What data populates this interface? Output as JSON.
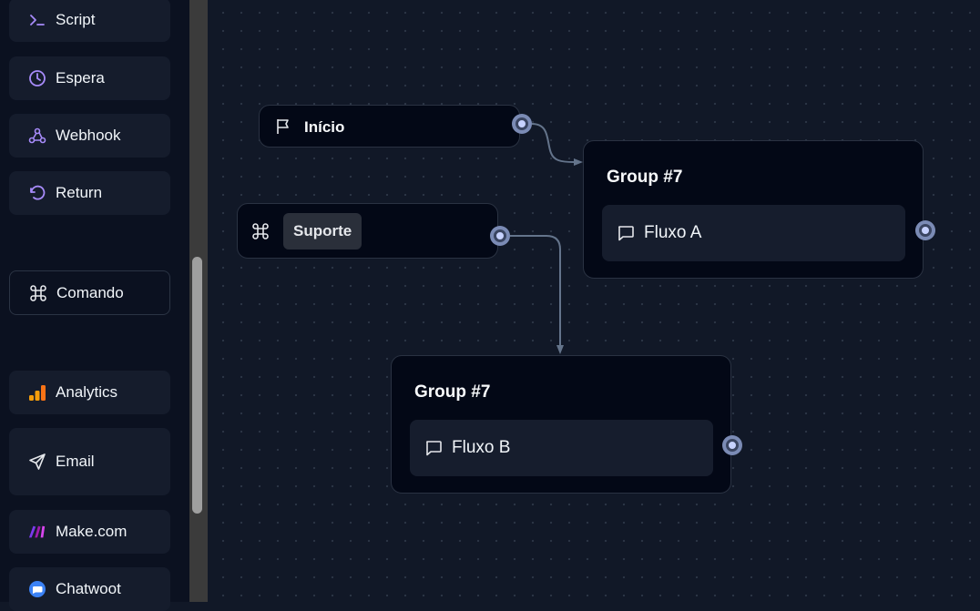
{
  "sidebar": {
    "items": [
      {
        "label": "Script",
        "icon": "terminal-icon"
      },
      {
        "label": "Espera",
        "icon": "clock-icon"
      },
      {
        "label": "Webhook",
        "icon": "webhook-icon"
      },
      {
        "label": "Return",
        "icon": "undo-icon"
      },
      {
        "label": "Comando",
        "icon": "command-icon"
      },
      {
        "label": "Analytics",
        "icon": "analytics-icon"
      },
      {
        "label": "Email",
        "icon": "send-icon"
      },
      {
        "label": "Make.com",
        "icon": "make-logo-icon"
      },
      {
        "label": "Chatwoot",
        "icon": "chatwoot-logo-icon"
      }
    ]
  },
  "canvas": {
    "start_node": {
      "label": "Início"
    },
    "command_node": {
      "label": "Suporte"
    },
    "group_a": {
      "title": "Group #7",
      "block_label": "Fluxo A"
    },
    "group_b": {
      "title": "Group #7",
      "block_label": "Fluxo B"
    }
  },
  "colors": {
    "accent_purple": "#a78bfa",
    "handle": "#c7d2fe",
    "edge": "#64748b"
  }
}
